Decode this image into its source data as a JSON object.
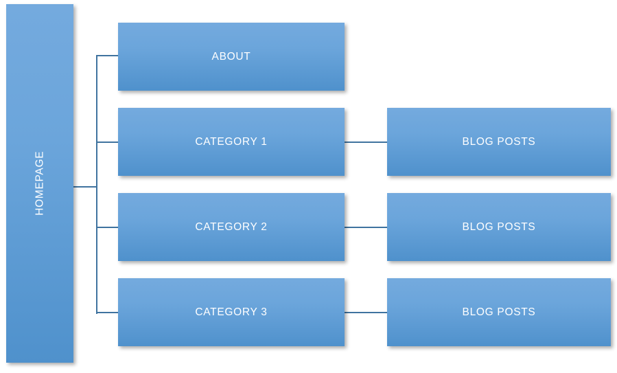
{
  "diagram": {
    "type": "sitemap-tree",
    "background_color": "#ffffff",
    "node_fill_top": "#74aade",
    "node_fill_bottom": "#4f91cc",
    "node_text_color": "#ffffff",
    "connector_color": "#3f739f",
    "root": {
      "id": "homepage",
      "label": "HOMEPAGE",
      "orientation": "vertical-text"
    },
    "level2": [
      {
        "id": "about",
        "label": "ABOUT"
      },
      {
        "id": "category-1",
        "label": "CATEGORY 1"
      },
      {
        "id": "category-2",
        "label": "CATEGORY 2"
      },
      {
        "id": "category-3",
        "label": "CATEGORY 3"
      }
    ],
    "level3": [
      {
        "id": "blog-1",
        "label": "BLOG POSTS",
        "parent": "category-1"
      },
      {
        "id": "blog-2",
        "label": "BLOG POSTS",
        "parent": "category-2"
      },
      {
        "id": "blog-3",
        "label": "BLOG POSTS",
        "parent": "category-3"
      }
    ]
  }
}
